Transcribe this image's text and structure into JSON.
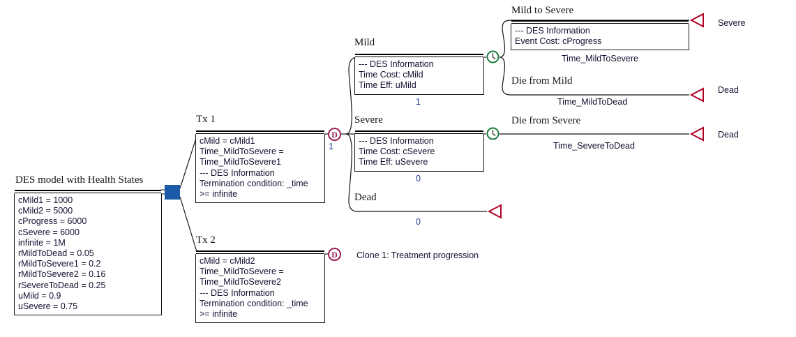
{
  "diagram": {
    "type": "decision-tree",
    "caption": "Clone 1: Treatment progression",
    "colors": {
      "root_node": "#1C5BA8",
      "decision_node": "#9B1F55",
      "des_event_node": "#1B7A3D",
      "terminal_node": "#B00025",
      "payoff_text": "#1b3a8f",
      "box_text": "#101030",
      "line": "#151515"
    }
  },
  "root": {
    "title": "DES model with Health States",
    "variables": [
      "cMild1 = 1000",
      "cMild2 = 5000",
      "cProgress = 6000",
      "cSevere = 6000",
      "infinite = 1M",
      "rMildToDead = 0.05",
      "rMildToSevere1 = 0.2",
      "rMildToSevere2 = 0.16",
      "rSevereToDead = 0.25",
      "uMild = 0.9",
      "uSevere = 0.75"
    ]
  },
  "tx1": {
    "title": "Tx 1",
    "lines": [
      "cMild = cMild1",
      "Time_MildToSevere =",
      "Time_MildToSevere1",
      "--- DES Information",
      "Termination condition: _time",
      ">= infinite"
    ],
    "node_glyph": "D",
    "payoff": "1"
  },
  "tx2": {
    "title": "Tx 2",
    "lines": [
      "cMild = cMild2",
      "Time_MildToSevere =",
      "Time_MildToSevere2",
      "--- DES Information",
      "Termination condition: _time",
      ">= infinite"
    ],
    "node_glyph": "D"
  },
  "mild": {
    "title": "Mild",
    "lines": [
      "--- DES Information",
      "Time Cost: cMild",
      "Time Eff: uMild"
    ],
    "payoff": "1",
    "node_icon": "clock-icon"
  },
  "severe": {
    "title": "Severe",
    "lines": [
      "--- DES Information",
      "Time Cost: cSevere",
      "Time Eff: uSevere"
    ],
    "payoff": "0",
    "node_icon": "clock-icon"
  },
  "dead": {
    "title": "Dead",
    "payoff": "0",
    "terminal_label": ""
  },
  "mild_to_severe": {
    "title": "Mild to Severe",
    "lines": [
      "--- DES Information",
      "Event Cost: cProgress"
    ],
    "edge_label": "Time_MildToSevere",
    "terminal_label": "Severe"
  },
  "die_from_mild": {
    "title": "Die from Mild",
    "edge_label": "Time_MildToDead",
    "terminal_label": "Dead"
  },
  "die_from_severe": {
    "title": "Die from Severe",
    "edge_label": "Time_SevereToDead",
    "terminal_label": "Dead"
  }
}
